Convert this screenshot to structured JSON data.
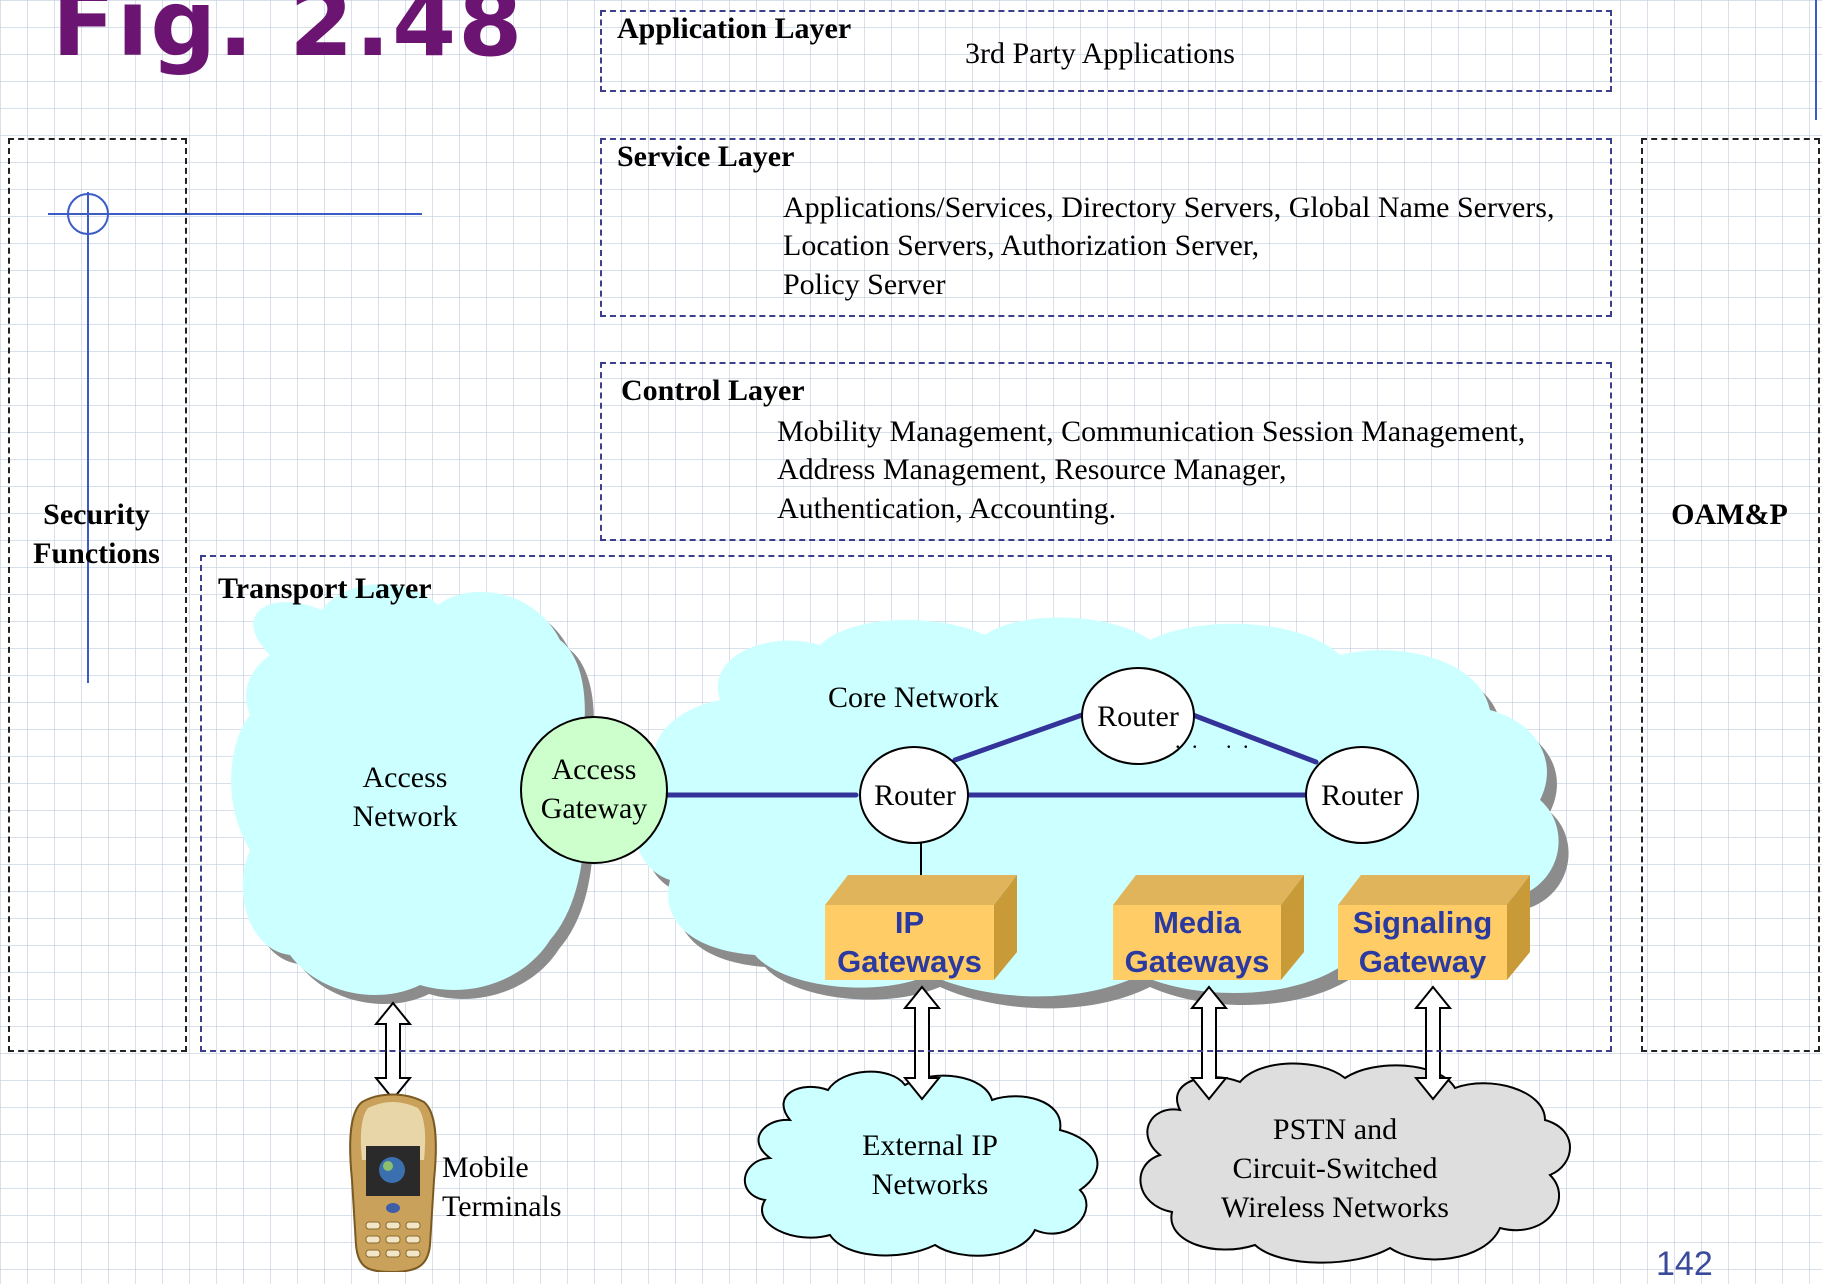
{
  "title": "Fig. 2.48",
  "page_number": "142",
  "layers": {
    "application": {
      "title": "Application Layer",
      "lines": [
        "3rd Party Applications"
      ]
    },
    "service": {
      "title": "Service Layer",
      "lines": [
        "Applications/Services, Directory Servers, Global Name Servers,",
        "Location Servers, Authorization Server,",
        "Policy Server"
      ]
    },
    "control": {
      "title": "Control Layer",
      "lines": [
        "Mobility Management, Communication Session Management,",
        "Address Management, Resource Manager,",
        "Authentication, Accounting."
      ]
    },
    "transport": {
      "title": "Transport Layer"
    }
  },
  "side_panels": {
    "security": [
      "Security",
      "Functions"
    ],
    "oamp": [
      "OAM&P"
    ]
  },
  "clouds": {
    "access_network": [
      "Access",
      "Network"
    ],
    "core_network": "Core Network",
    "external_ip": [
      "External IP",
      "Networks"
    ],
    "pstn": [
      "PSTN and",
      "Circuit-Switched",
      "Wireless Networks"
    ]
  },
  "nodes": {
    "access_gateway": [
      "Access",
      "Gateway"
    ],
    "router_left": "Router",
    "router_top": "Router",
    "router_right": "Router",
    "router_dots": ". .   . ."
  },
  "gateways": {
    "ip": [
      "IP",
      "Gateways"
    ],
    "media": [
      "Media",
      "Gateways"
    ],
    "signaling": [
      "Signaling",
      "Gateway"
    ]
  },
  "terminal": [
    "Mobile",
    "Terminals"
  ],
  "colors": {
    "title": "#6b1472",
    "cloud_fill": "#ccffff",
    "cloud_shadow": "#8c8c8c",
    "pstn_fill": "#dedede",
    "access_gateway_fill": "#ccffcc",
    "gateway_front": "#ffcc66",
    "gateway_side": "#c89a38",
    "gateway_text": "#2b3aa0",
    "link": "#333399",
    "dashed_border": "#3b3f8c"
  }
}
